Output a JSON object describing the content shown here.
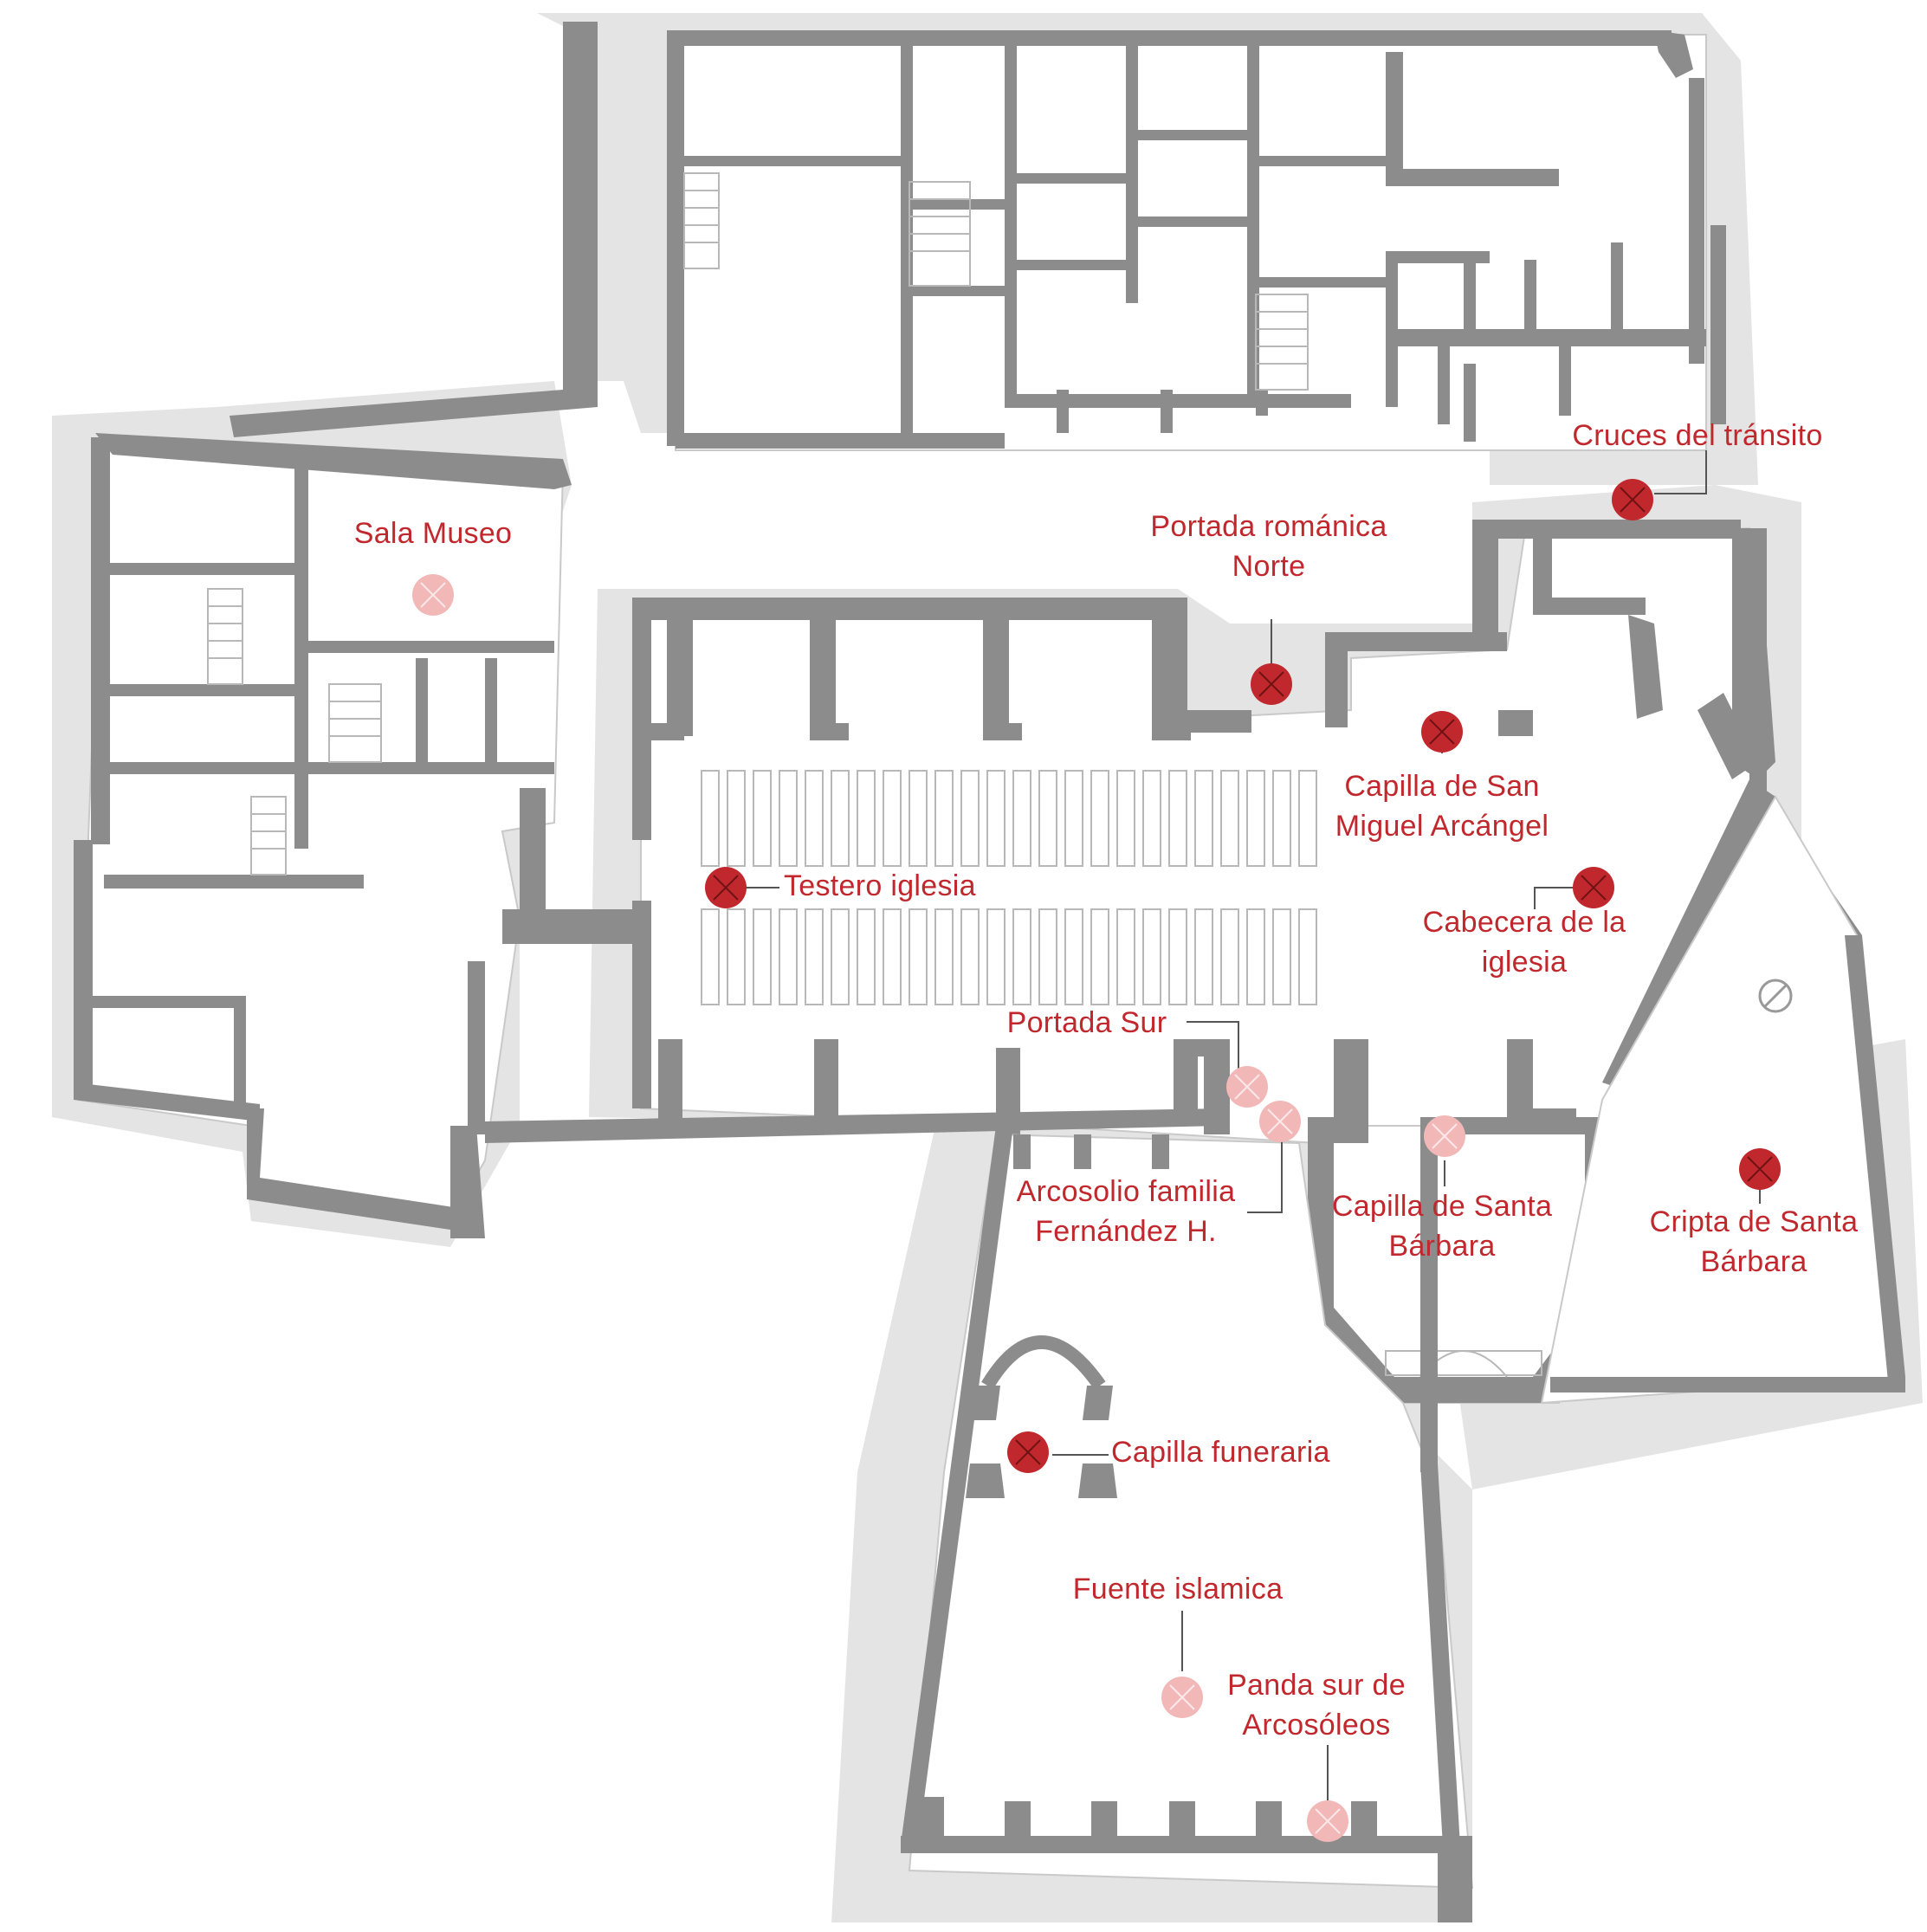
{
  "colors": {
    "marker_visited": "#c0282d",
    "marker_pending": "#f2b8b8",
    "label_text": "#c0282d",
    "wall": "#8c8c8c",
    "shadow": "#e4e4e4"
  },
  "points": [
    {
      "id": "sala-museo",
      "lines": [
        "Sala Museo"
      ],
      "status": "pending"
    },
    {
      "id": "portada-romanica-norte",
      "lines": [
        "Portada románica",
        "Norte"
      ],
      "status": "visited"
    },
    {
      "id": "cruces-del-transito",
      "lines": [
        "Cruces del tránsito"
      ],
      "status": "visited"
    },
    {
      "id": "capilla-san-miguel",
      "lines": [
        "Capilla de San",
        "Miguel Arcángel"
      ],
      "status": "visited"
    },
    {
      "id": "testero-iglesia",
      "lines": [
        "Testero iglesia"
      ],
      "status": "visited"
    },
    {
      "id": "cabecera-iglesia",
      "lines": [
        "Cabecera de la",
        "iglesia"
      ],
      "status": "visited"
    },
    {
      "id": "portada-sur",
      "lines": [
        "Portada Sur"
      ],
      "status": "pending"
    },
    {
      "id": "arcosolio-fernandez",
      "lines": [
        "Arcosolio familia",
        "Fernández H."
      ],
      "status": "pending"
    },
    {
      "id": "capilla-santa-barbara",
      "lines": [
        "Capilla de Santa",
        "Bárbara"
      ],
      "status": "pending"
    },
    {
      "id": "cripta-santa-barbara",
      "lines": [
        "Cripta de Santa",
        "Bárbara"
      ],
      "status": "visited"
    },
    {
      "id": "capilla-funeraria",
      "lines": [
        "Capilla funeraria"
      ],
      "status": "visited"
    },
    {
      "id": "fuente-islamica",
      "lines": [
        "Fuente islamica"
      ],
      "status": "pending"
    },
    {
      "id": "panda-sur-arcosoleos",
      "lines": [
        "Panda sur de",
        "Arcosóleos"
      ],
      "status": "pending"
    }
  ]
}
